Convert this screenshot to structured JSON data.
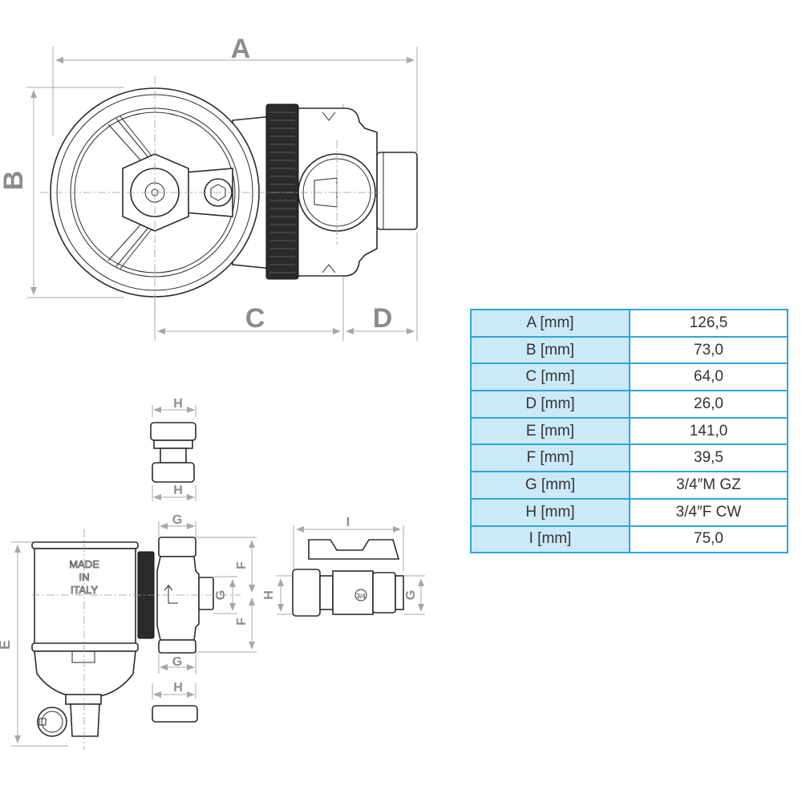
{
  "drawing": {
    "top_view": {
      "labels": {
        "A": "A",
        "B": "B",
        "C": "C",
        "D": "D"
      }
    },
    "side_view": {
      "labels": {
        "E": "E",
        "F_top": "F",
        "F_bottom": "F",
        "G_body": "G",
        "G_top": "G",
        "G_bottom": "G",
        "H_top_1": "H",
        "H_top_2": "H",
        "H_bottom": "H"
      },
      "stamp": [
        "MADE",
        "IN",
        "ITALY"
      ]
    },
    "valve_view": {
      "labels": {
        "I": "I",
        "H": "H",
        "G": "G"
      },
      "stamp": "3/4"
    }
  },
  "spec_table": {
    "border_color": "#2aa7df",
    "key_bg_color": "#cbe9f8",
    "rows": [
      {
        "key": "A [mm]",
        "value": "126,5"
      },
      {
        "key": "B [mm]",
        "value": "73,0"
      },
      {
        "key": "C [mm]",
        "value": "64,0"
      },
      {
        "key": "D [mm]",
        "value": "26,0"
      },
      {
        "key": "E [mm]",
        "value": "141,0"
      },
      {
        "key": "F [mm]",
        "value": "39,5"
      },
      {
        "key": "G [mm]",
        "value": "3/4″M GZ"
      },
      {
        "key": "H [mm]",
        "value": "3/4″F CW"
      },
      {
        "key": "I [mm]",
        "value": "75,0"
      }
    ]
  }
}
